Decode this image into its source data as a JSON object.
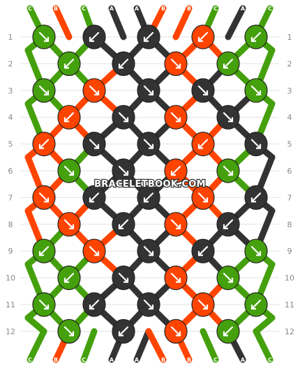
{
  "colors": {
    "A": "#333333",
    "B": "#ff4400",
    "C": "#44a00c"
  },
  "top_strands": [
    "C",
    "B",
    "C",
    "A",
    "A",
    "B",
    "B",
    "C",
    "A",
    "C"
  ],
  "bottom_strands": [
    "C",
    "B",
    "C",
    "A",
    "A",
    "B",
    "B",
    "C",
    "A",
    "C"
  ],
  "row_labels": [
    "1",
    "2",
    "3",
    "4",
    "5",
    "6",
    "7",
    "8",
    "9",
    "10",
    "11",
    "12"
  ],
  "watermark": "BRACELETBOOK.COM",
  "knots": [
    [
      {
        "c": "C",
        "d": "r"
      },
      {
        "c": "A",
        "d": "l"
      },
      {
        "c": "A",
        "d": "l"
      },
      {
        "c": "B",
        "d": "l"
      },
      {
        "c": "C",
        "d": "l"
      }
    ],
    [
      {
        "c": "C",
        "d": "l"
      },
      {
        "c": "A",
        "d": "l"
      },
      {
        "c": "B",
        "d": "r"
      },
      {
        "c": "C",
        "d": "l"
      }
    ],
    [
      {
        "c": "C",
        "d": "r"
      },
      {
        "c": "B",
        "d": "r"
      },
      {
        "c": "A",
        "d": "r"
      },
      {
        "c": "A",
        "d": "r"
      },
      {
        "c": "C",
        "d": "r"
      }
    ],
    [
      {
        "c": "B",
        "d": "l"
      },
      {
        "c": "A",
        "d": "r"
      },
      {
        "c": "B",
        "d": "r"
      },
      {
        "c": "A",
        "d": "r"
      }
    ],
    [
      {
        "c": "B",
        "d": "l"
      },
      {
        "c": "A",
        "d": "r"
      },
      {
        "c": "A",
        "d": "r"
      },
      {
        "c": "B",
        "d": "l"
      },
      {
        "c": "A",
        "d": "r"
      }
    ],
    [
      {
        "c": "C",
        "d": "r"
      },
      {
        "c": "A",
        "d": "r"
      },
      {
        "c": "B",
        "d": "l"
      },
      {
        "c": "C",
        "d": "r"
      }
    ],
    [
      {
        "c": "B",
        "d": "r"
      },
      {
        "c": "A",
        "d": "l"
      },
      {
        "c": "A",
        "d": "l"
      },
      {
        "c": "B",
        "d": "r"
      },
      {
        "c": "A",
        "d": "l"
      }
    ],
    [
      {
        "c": "B",
        "d": "r"
      },
      {
        "c": "A",
        "d": "l"
      },
      {
        "c": "B",
        "d": "r"
      },
      {
        "c": "A",
        "d": "l"
      }
    ],
    [
      {
        "c": "C",
        "d": "l"
      },
      {
        "c": "B",
        "d": "r"
      },
      {
        "c": "A",
        "d": "r"
      },
      {
        "c": "A",
        "d": "l"
      },
      {
        "c": "C",
        "d": "r"
      }
    ],
    [
      {
        "c": "C",
        "d": "l"
      },
      {
        "c": "A",
        "d": "r"
      },
      {
        "c": "B",
        "d": "r"
      },
      {
        "c": "C",
        "d": "r"
      }
    ],
    [
      {
        "c": "C",
        "d": "r"
      },
      {
        "c": "A",
        "d": "l"
      },
      {
        "c": "A",
        "d": "r"
      },
      {
        "c": "B",
        "d": "r"
      },
      {
        "c": "C",
        "d": "l"
      }
    ],
    [
      {
        "c": "C",
        "d": "r"
      },
      {
        "c": "A",
        "d": "l"
      },
      {
        "c": "B",
        "d": "r"
      },
      {
        "c": "C",
        "d": "l"
      }
    ]
  ]
}
